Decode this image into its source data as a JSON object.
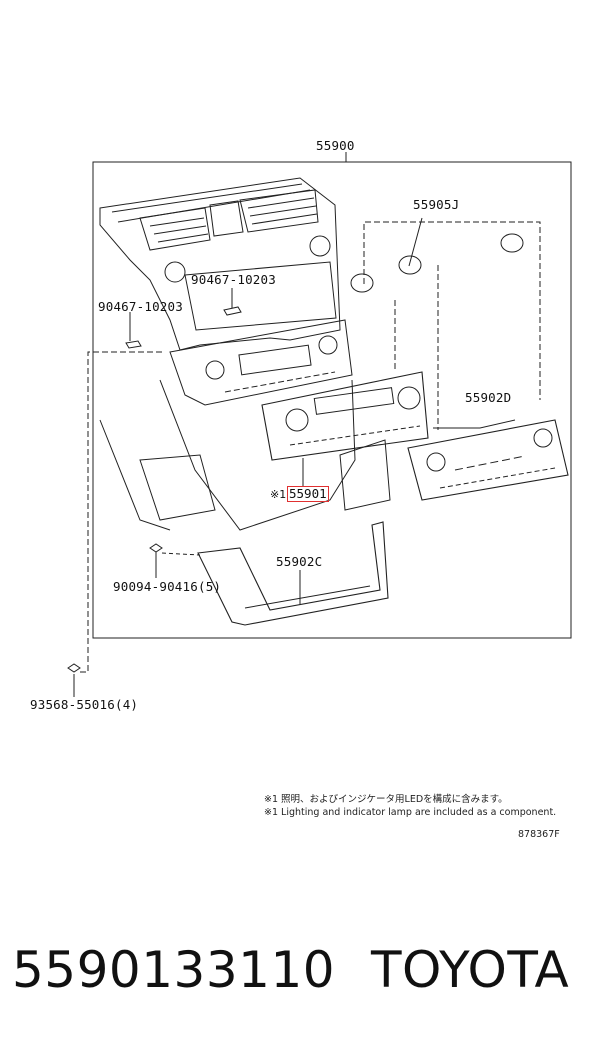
{
  "labels": {
    "assembly": "55900",
    "knob": "55905J",
    "clip_upper": "90467-10203",
    "clip_left": "90467-10203",
    "panel_d": "55902D",
    "control_unit": "55901",
    "control_unit_mark": "※1",
    "panel_c": "55902C",
    "screw": "90094-90416(5)",
    "bolt": "93568-55016(4)"
  },
  "highlight_color": "#e03030",
  "notes": {
    "jp": "※1 照明、およびインジケータ用LEDを構成に含みます。",
    "en": "※1 Lighting and indicator lamp are included as a component."
  },
  "figure_code": "878367F",
  "footer": {
    "part_number": "5590133110",
    "brand": "TOYOTA"
  }
}
